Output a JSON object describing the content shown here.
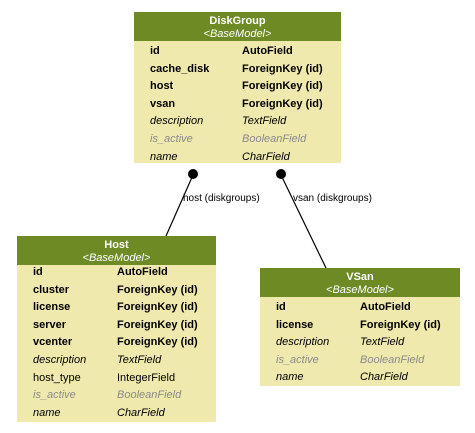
{
  "models": [
    {
      "id": "diskgroup",
      "name": "DiskGroup",
      "base": "<BaseModel>",
      "fields": [
        {
          "name": "id",
          "type": "AutoField",
          "style": "b"
        },
        {
          "name": "cache_disk",
          "type": "ForeignKey (id)",
          "style": "b"
        },
        {
          "name": "host",
          "type": "ForeignKey (id)",
          "style": "b"
        },
        {
          "name": "vsan",
          "type": "ForeignKey (id)",
          "style": "b"
        },
        {
          "name": "description",
          "type": "TextField",
          "style": "i"
        },
        {
          "name": "is_active",
          "type": "BooleanField",
          "style": "g"
        },
        {
          "name": "name",
          "type": "CharField",
          "style": "i"
        }
      ]
    },
    {
      "id": "host",
      "name": "Host",
      "base": "<BaseModel>",
      "fields": [
        {
          "name": "id",
          "type": "AutoField",
          "style": "b"
        },
        {
          "name": "cluster",
          "type": "ForeignKey (id)",
          "style": "b"
        },
        {
          "name": "license",
          "type": "ForeignKey (id)",
          "style": "b"
        },
        {
          "name": "server",
          "type": "ForeignKey (id)",
          "style": "b"
        },
        {
          "name": "vcenter",
          "type": "ForeignKey (id)",
          "style": "b"
        },
        {
          "name": "description",
          "type": "TextField",
          "style": "i"
        },
        {
          "name": "host_type",
          "type": "IntegerField",
          "style": "n"
        },
        {
          "name": "is_active",
          "type": "BooleanField",
          "style": "g"
        },
        {
          "name": "name",
          "type": "CharField",
          "style": "i"
        }
      ]
    },
    {
      "id": "vsan",
      "name": "VSan",
      "base": "<BaseModel>",
      "fields": [
        {
          "name": "id",
          "type": "AutoField",
          "style": "b"
        },
        {
          "name": "license",
          "type": "ForeignKey (id)",
          "style": "b"
        },
        {
          "name": "description",
          "type": "TextField",
          "style": "i"
        },
        {
          "name": "is_active",
          "type": "BooleanField",
          "style": "g"
        },
        {
          "name": "name",
          "type": "CharField",
          "style": "i"
        }
      ]
    }
  ],
  "edges": [
    {
      "id": "host-edge",
      "label": "host (diskgroups)"
    },
    {
      "id": "vsan-edge",
      "label": "vsan (diskgroups)"
    }
  ],
  "colors": {
    "header": "#6d8a25",
    "body": "#efe9ad",
    "muted": "#8a8a8a"
  }
}
